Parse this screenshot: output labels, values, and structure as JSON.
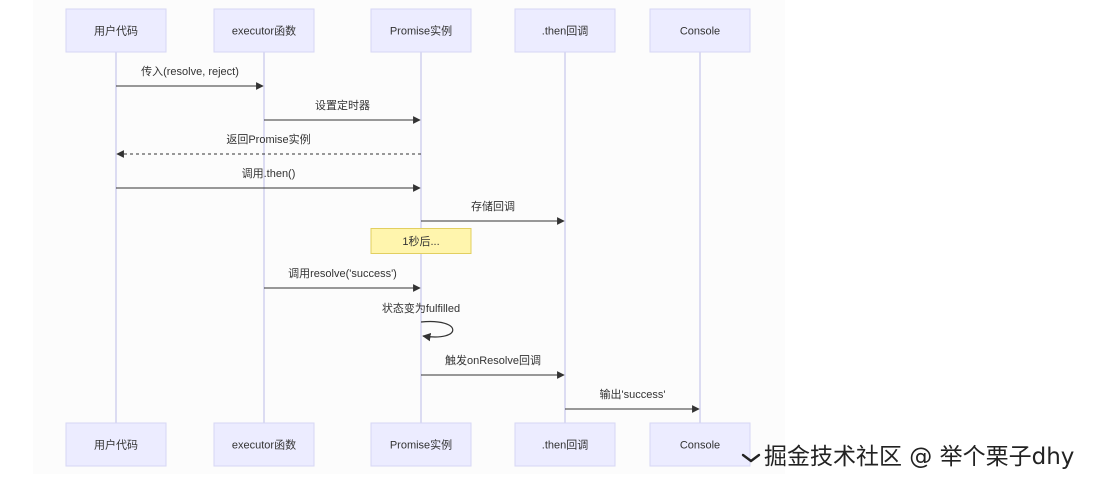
{
  "diagram": {
    "participants": [
      {
        "id": "user",
        "label": "用户代码"
      },
      {
        "id": "executor",
        "label": "executor函数"
      },
      {
        "id": "promise",
        "label": "Promise实例"
      },
      {
        "id": "then",
        "label": ".then回调"
      },
      {
        "id": "console",
        "label": "Console"
      }
    ],
    "messages": [
      {
        "from": "user",
        "to": "executor",
        "label": "传入(resolve, reject)",
        "style": "solid"
      },
      {
        "from": "executor",
        "to": "promise",
        "label": "设置定时器",
        "style": "solid"
      },
      {
        "from": "promise",
        "to": "user",
        "label": "返回Promise实例",
        "style": "dotted"
      },
      {
        "from": "user",
        "to": "promise",
        "label": "调用.then()",
        "style": "solid"
      },
      {
        "from": "promise",
        "to": "then",
        "label": "存储回调",
        "style": "solid"
      },
      {
        "note": true,
        "over": "promise",
        "label": "1秒后..."
      },
      {
        "from": "executor",
        "to": "promise",
        "label": "调用resolve('success')",
        "style": "solid"
      },
      {
        "from": "promise",
        "to": "promise",
        "label": "状态变为fulfilled",
        "style": "self"
      },
      {
        "from": "promise",
        "to": "then",
        "label": "触发onResolve回调",
        "style": "solid"
      },
      {
        "from": "then",
        "to": "console",
        "label": "输出'success'",
        "style": "solid"
      }
    ]
  },
  "colors": {
    "actor_fill": "#ececff",
    "actor_stroke": "#d6d6f5",
    "lifeline": "#d2d2ee",
    "arrow": "#333333",
    "note_fill": "#fff5ad",
    "note_stroke": "#e2cf60",
    "panel_bg": "#fcfcfc"
  },
  "watermark": {
    "logo_icon": "juejin-logo-icon",
    "text": "掘金技术社区 @ 举个栗子dhy"
  }
}
